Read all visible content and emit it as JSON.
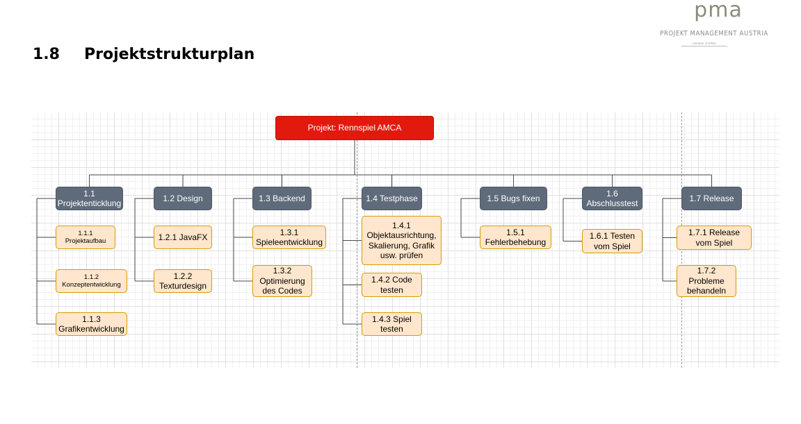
{
  "logo": {
    "mark": "pma",
    "name": "PROJEKT MANAGEMENT AUSTRIA",
    "sub": "member of IPMA"
  },
  "heading": {
    "number": "1.8",
    "title": "Projektstrukturplan"
  },
  "diagram": {
    "root": "Projekt: Rennspiel AMCA",
    "phases": [
      {
        "label": "1.1\nProjektenticklung",
        "tasks": [
          "1.1.1\nProjektaufbau",
          "1.1.2\nKonzeptentwicklung",
          "1.1.3\nGrafikentwicklung"
        ]
      },
      {
        "label": "1.2 Design",
        "tasks": [
          "1.2.1 JavaFX",
          "1.2.2\nTexturdesign"
        ]
      },
      {
        "label": "1.3 Backend",
        "tasks": [
          "1.3.1\nSpieleentwicklung",
          "1.3.2\nOptimierung\ndes Codes"
        ]
      },
      {
        "label": "1.4 Testphase",
        "tasks": [
          "1.4.1\nObjektausrichtung,\nSkalierung, Grafik\nusw. prüfen",
          "1.4.2 Code\ntesten",
          "1.4.3 Spiel\ntesten"
        ]
      },
      {
        "label": "1.5 Bugs fixen",
        "tasks": [
          "1.5.1\nFehlerbehebung"
        ]
      },
      {
        "label": "1.6\nAbschlusstest",
        "tasks": [
          "1.6.1 Testen\nvom Spiel"
        ]
      },
      {
        "label": "1.7 Release",
        "tasks": [
          "1.7.1 Release\nvom Spiel",
          "1.7.2\nProbleme\nbehandeln"
        ]
      }
    ]
  }
}
